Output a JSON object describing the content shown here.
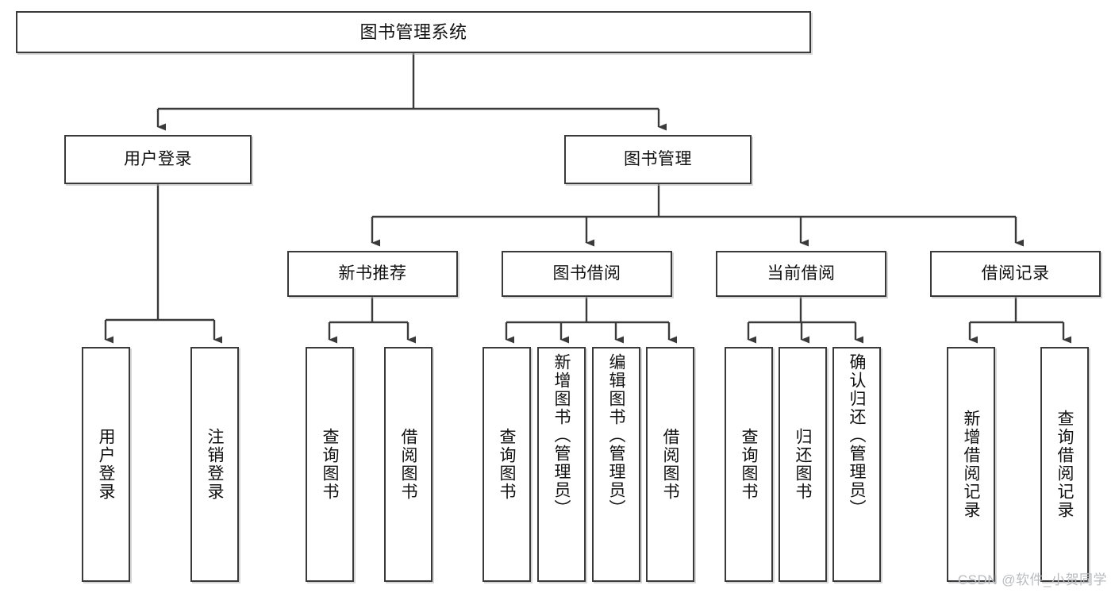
{
  "diagram": {
    "title": "图书管理系统",
    "type": "tree",
    "orientation": "top-down",
    "line_color": "#3a3a3a",
    "box_border_color": "#3a3a3a",
    "box_fill_color": "#ffffff",
    "text_color": "#111111"
  },
  "nodes": {
    "root": {
      "label": "图书管理系统"
    },
    "level2": [
      {
        "id": "user-login",
        "label": "用户登录"
      },
      {
        "id": "book-management",
        "label": "图书管理"
      }
    ],
    "level3": [
      {
        "id": "new-book-recommend",
        "label": "新书推荐"
      },
      {
        "id": "book-borrow",
        "label": "图书借阅"
      },
      {
        "id": "current-borrow",
        "label": "当前借阅"
      },
      {
        "id": "borrow-record",
        "label": "借阅记录"
      }
    ],
    "leaves": {
      "user-login": [
        {
          "id": "user-login-leaf",
          "label": "用户登录"
        },
        {
          "id": "logout-leaf",
          "label": "注销登录"
        }
      ],
      "new-book-recommend": [
        {
          "id": "query-books-1",
          "label": "查询图书"
        },
        {
          "id": "borrow-books-1",
          "label": "借阅图书"
        }
      ],
      "book-borrow": [
        {
          "id": "query-books-2",
          "label": "查询图书"
        },
        {
          "id": "add-book-admin",
          "label": "新增图书（管理员）"
        },
        {
          "id": "edit-book-admin",
          "label": "编辑图书（管理员）"
        },
        {
          "id": "borrow-books-2",
          "label": "借阅图书"
        }
      ],
      "current-borrow": [
        {
          "id": "query-books-3",
          "label": "查询图书"
        },
        {
          "id": "return-books",
          "label": "归还图书"
        },
        {
          "id": "confirm-return-admin",
          "label": "确认归还（管理员）"
        }
      ],
      "borrow-record": [
        {
          "id": "add-borrow-record",
          "label": "新增借阅记录"
        },
        {
          "id": "query-borrow-record",
          "label": "查询借阅记录"
        }
      ]
    }
  },
  "watermark": {
    "text": "CSDN @软件_小贺同学",
    "color": "#b9bcbf"
  }
}
